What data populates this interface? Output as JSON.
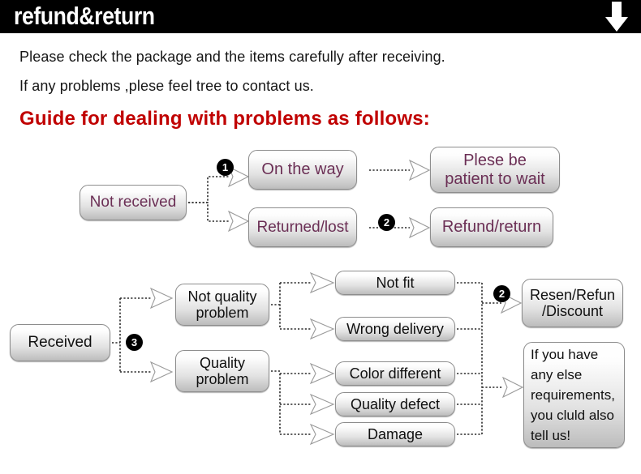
{
  "header": {
    "title": "refund&return",
    "arrow_icon": "arrow-down-icon",
    "background_color": "#000000",
    "text_color": "#ffffff"
  },
  "intro": {
    "line1": "Please check the package and the items carefully after receiving.",
    "line2": "If any problems ,plese feel tree to contact us.",
    "guide_heading": "Guide for dealing with problems as follows:",
    "heading_color": "#c00000"
  },
  "diagram_upper": {
    "start": "Not received",
    "branches": [
      {
        "badge": "1",
        "condition": "On the way",
        "result": "Plese be\npatient to wait"
      },
      {
        "badge": "2",
        "condition": "Returned/lost",
        "result": "Refund/return"
      }
    ],
    "text_color": "#6b2f55"
  },
  "diagram_lower": {
    "start": "Received",
    "badge_start": "3",
    "badge_outcome": "2",
    "categories": [
      {
        "label": "Not quality\nproblem",
        "reasons": [
          "Not fit",
          "Wrong delivery"
        ]
      },
      {
        "label": "Quality\nproblem",
        "reasons": [
          "Color different",
          "Quality defect",
          "Damage"
        ]
      }
    ],
    "reasons_flat": [
      "Not fit",
      "Wrong delivery",
      "Color different",
      "Quality defect",
      "Damage"
    ],
    "outcomes": [
      "Resen/Refun\n/Discount",
      "If you have\nany else\nrequirements,\nyou cluld also\ntell us!"
    ],
    "text_color": "#101010"
  }
}
